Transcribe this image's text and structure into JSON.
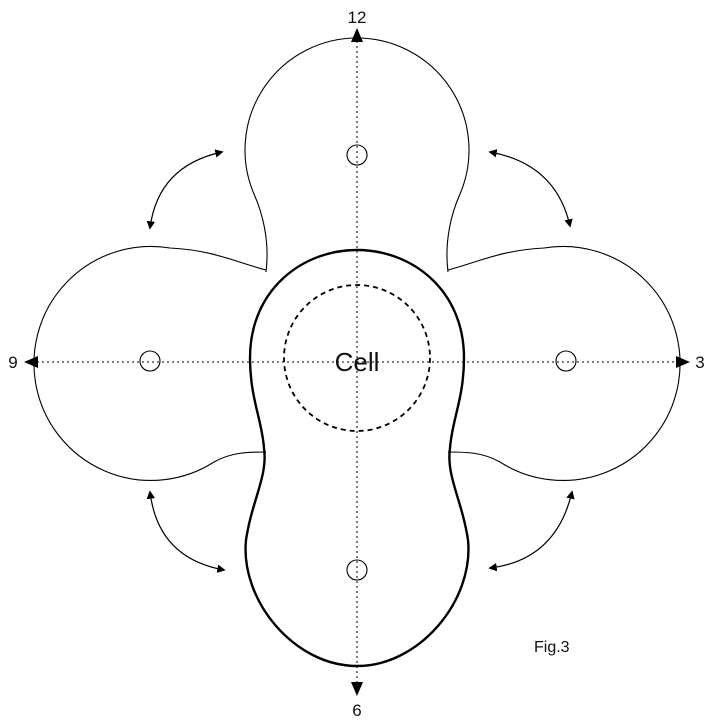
{
  "labels": {
    "top": "12",
    "right": "3",
    "bottom": "6",
    "left": "9",
    "center": "Cell",
    "figure": "Fig.3"
  },
  "colors": {
    "stroke": "#000000",
    "background": "#ffffff"
  }
}
